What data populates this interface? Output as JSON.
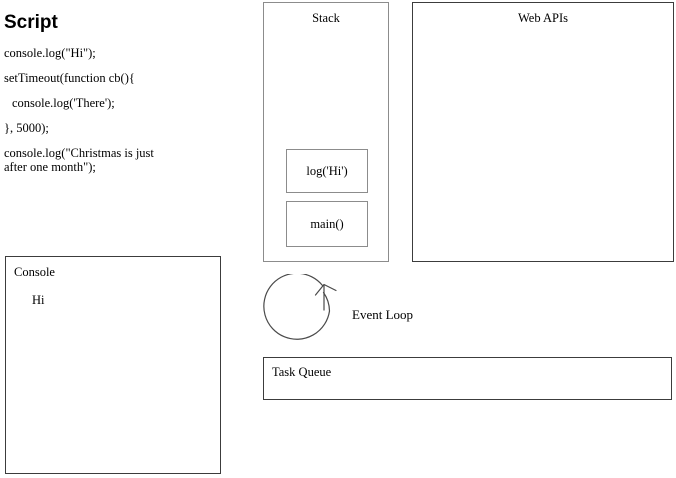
{
  "script": {
    "title": "Script",
    "lines": [
      "console.log(\"Hi\");",
      "setTimeout(function cb(){",
      "console.log('There');",
      "}, 5000);",
      "console.log(\"Christmas is just\nafter one month\");"
    ]
  },
  "console": {
    "label": "Console",
    "output": [
      "Hi"
    ]
  },
  "stack": {
    "title": "Stack",
    "frames": [
      "log('Hi')",
      "main()"
    ]
  },
  "web_apis": {
    "title": "Web APIs",
    "items": []
  },
  "event_loop": {
    "label": "Event Loop",
    "icon": "circular-arrow-icon"
  },
  "task_queue": {
    "label": "Task Queue",
    "items": []
  },
  "colors": {
    "background": "#ffffff",
    "text": "#000000",
    "border_dark": "#3c3c3c",
    "border_grey": "#8c8c8c"
  }
}
